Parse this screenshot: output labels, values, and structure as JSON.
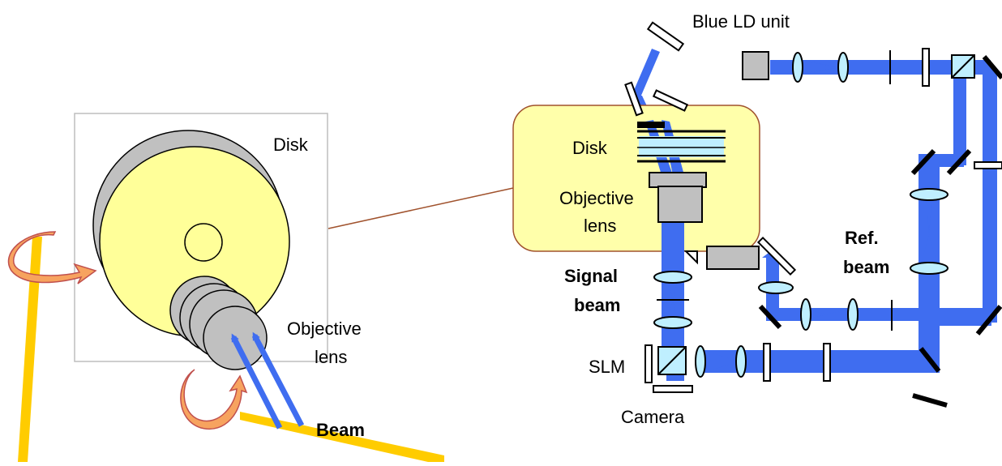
{
  "labels": {
    "disk_left": "Disk",
    "objective_left_1": "Objective",
    "objective_left_2": "lens",
    "beam": "Beam",
    "blue_ld_unit": "Blue LD unit",
    "disk_inset": "Disk",
    "objective_inset_1": "Objective",
    "objective_inset_2": "lens",
    "signal_beam_1": "Signal",
    "signal_beam_2": "beam",
    "ref_beam_1": "Ref.",
    "ref_beam_2": "beam",
    "slm": "SLM",
    "camera": "Camera"
  },
  "colors": {
    "beam_blue": "#3f6df0",
    "rail_yellow": "#ffcc00",
    "rotation_orange": "#f7a35f",
    "disk_fill": "#ffff99",
    "disk_gray": "#c0c0c0",
    "inset_fill": "#ffffaa",
    "inset_border": "#a0522d",
    "lens_fill": "#9fe0ff",
    "component_gray": "#c0c0c0"
  }
}
